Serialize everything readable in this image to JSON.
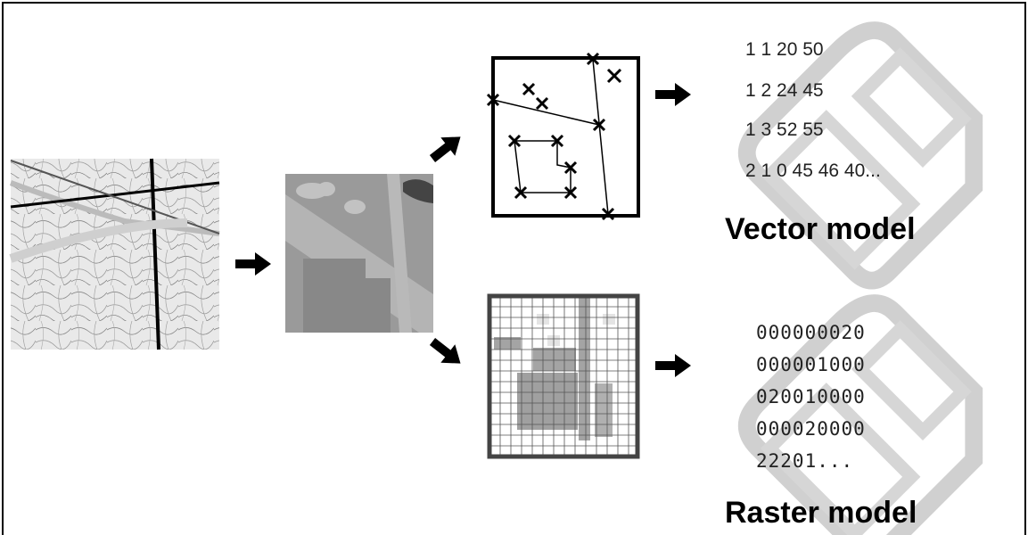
{
  "vector": {
    "title": "Vector model",
    "lines": [
      "1 1 20 50",
      "1 2 24 45",
      "1 3 52 55",
      "2 1 0 45 46 40..."
    ]
  },
  "raster": {
    "title": "Raster model",
    "lines": [
      "000000020",
      "000001000",
      "020010000",
      "000020000",
      "22201..."
    ]
  },
  "icons": [
    "topographic-map-image",
    "generalized-map-image",
    "vector-grid-icon",
    "raster-grid-icon",
    "floppy-disk-icon",
    "arrow-icon"
  ],
  "colors": {
    "ink": "#000000",
    "paper": "#ffffff",
    "disk": "#d4d4d4",
    "mapGray": "#9a9a9a"
  }
}
